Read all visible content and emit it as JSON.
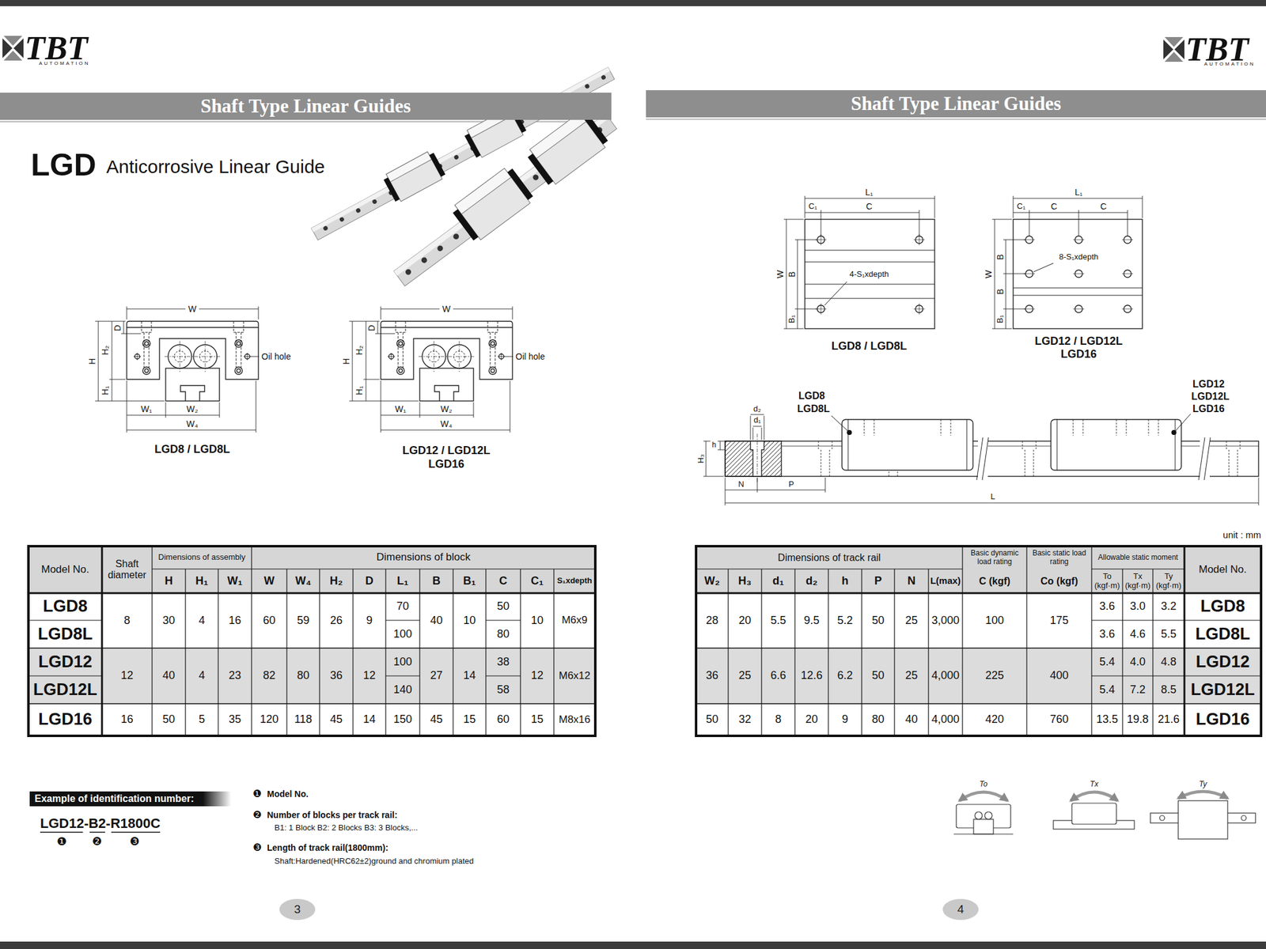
{
  "diagram": {
    "nodes": [
      {
        "text": [
          "Shaft Type Linear Guides"
        ]
      },
      {
        "text": [
          "Shaft Type Linear Guides"
        ]
      },
      {
        "text": [
          "Example of identification number:"
        ]
      },
      {
        "text": [
          "3"
        ]
      },
      {
        "text": [
          "4"
        ]
      }
    ],
    "labels": [
      "TBT",
      "AUTOMATION",
      "TBT",
      "AUTOMATION",
      "LGD",
      "Anticorrosive Linear Guide",
      "W",
      "D",
      "H",
      "H₂",
      "H₁",
      "W₁",
      "W₂",
      "W₄",
      "Oil hole",
      "LGD8 / LGD8L",
      "W",
      "D",
      "H",
      "H₂",
      "H₁",
      "W₁",
      "W₂",
      "W₄",
      "Oil hole",
      "LGD12 / LGD12L",
      "LGD16",
      "L₁",
      "C₁",
      "C",
      "W",
      "B",
      "B₁",
      "4-S₁xdepth",
      "LGD8 / LGD8L",
      "L₁",
      "C₁",
      "C",
      "C",
      "W",
      "B",
      "B",
      "B₁",
      "8-S₁xdepth",
      "LGD12 / LGD12L",
      "LGD16",
      "LGD8",
      "LGD8L",
      "LGD12",
      "LGD12L",
      "LGD16",
      "d₂",
      "d₁",
      "h",
      "H₃",
      "N",
      "P",
      "L",
      "Model No.",
      "Shaft diameter",
      "Dimensions of assembly",
      "Dimensions of block",
      "H",
      "H₁",
      "W₁",
      "W",
      "W₄",
      "H₂",
      "D",
      "L₁",
      "B",
      "B₁",
      "C",
      "C₁",
      "S₁xdepth",
      "LGD8",
      "8",
      "30",
      "4",
      "16",
      "60",
      "59",
      "26",
      "9",
      "70",
      "40",
      "10",
      "50",
      "10",
      "M6x9",
      "LGD8L",
      "100",
      "80",
      "LGD12",
      "12",
      "40",
      "4",
      "23",
      "82",
      "80",
      "36",
      "12",
      "100",
      "27",
      "14",
      "38",
      "12",
      "M6x12",
      "LGD12L",
      "140",
      "58",
      "LGD16",
      "16",
      "50",
      "5",
      "35",
      "120",
      "118",
      "45",
      "14",
      "150",
      "45",
      "15",
      "60",
      "15",
      "M8x16",
      "unit : mm",
      "Dimensions of track rail",
      "Basic dynamic load rating",
      "Basic static load rating",
      "Allowable static moment",
      "Model No.",
      "W₂",
      "H₃",
      "d₁",
      "d₂",
      "h",
      "P",
      "N",
      "L(max)",
      "C (kgf)",
      "Co (kgf)",
      "To (kgf·m)",
      "Tx (kgf·m)",
      "Ty (kgf·m)",
      "28",
      "20",
      "5.5",
      "9.5",
      "5.2",
      "50",
      "25",
      "3,000",
      "100",
      "175",
      "3.6",
      "3.0",
      "3.2",
      "LGD8",
      "3.6",
      "4.6",
      "5.5",
      "LGD8L",
      "36",
      "25",
      "6.6",
      "12.6",
      "6.2",
      "50",
      "25",
      "4,000",
      "225",
      "400",
      "5.4",
      "4.0",
      "4.8",
      "LGD12",
      "5.4",
      "7.2",
      "8.5",
      "LGD12L",
      "50",
      "32",
      "8",
      "20",
      "9",
      "80",
      "40",
      "4,000",
      "420",
      "760",
      "13.5",
      "19.8",
      "21.6",
      "LGD16",
      "LGD12-B2-R1800C",
      "❶",
      "❷",
      "❸",
      "❶",
      "Model No.",
      "❷",
      "Number of blocks per track rail:",
      "B1: 1 Block B2: 2 Blocks B3: 3 Blocks,...",
      "❸",
      "Length of track rail(1800mm):",
      "Shaft:Hardened(HRC62±2)ground and chromium plated",
      "To",
      "Tx",
      "Ty"
    ]
  }
}
